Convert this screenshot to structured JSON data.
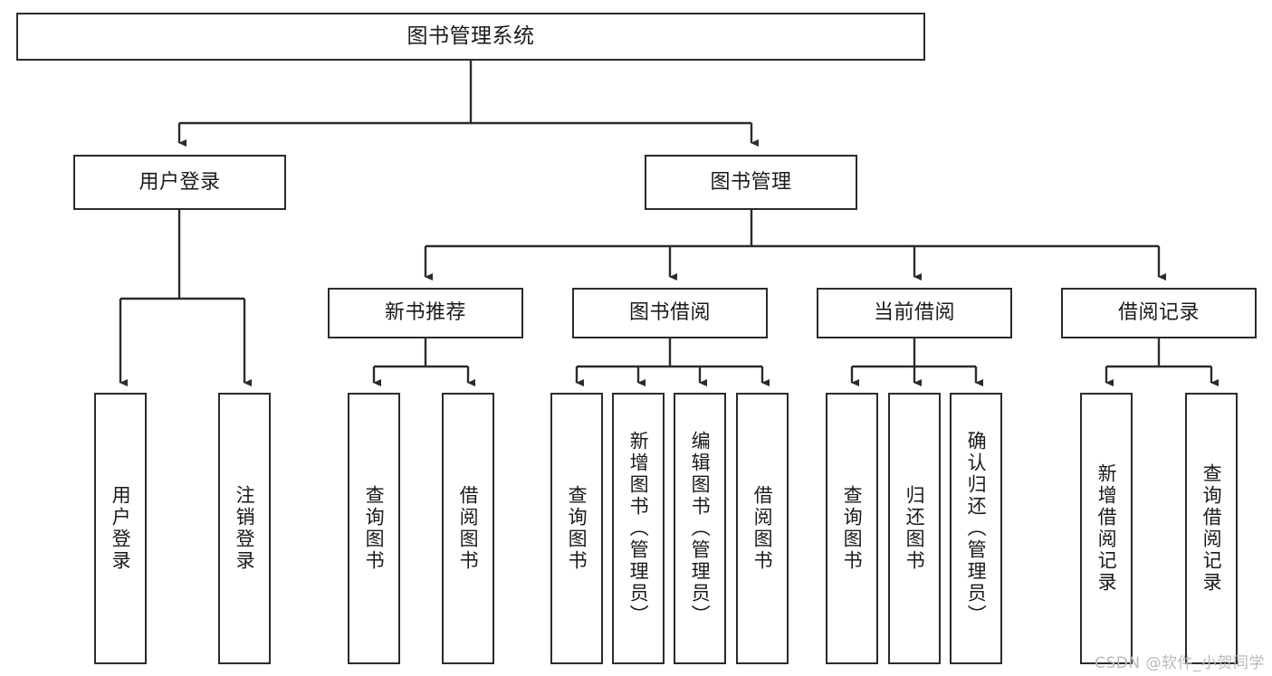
{
  "diagram": {
    "title": "图书管理系统",
    "type": "tree-hierarchy-chart",
    "root": {
      "id": "root",
      "label": "图书管理系统"
    },
    "level2": [
      {
        "id": "user-login",
        "label": "用户登录"
      },
      {
        "id": "book-manage",
        "label": "图书管理"
      }
    ],
    "level3": [
      {
        "id": "new-book-rec",
        "label": "新书推荐",
        "parent": "book-manage"
      },
      {
        "id": "book-borrow",
        "label": "图书借阅",
        "parent": "book-manage"
      },
      {
        "id": "current-borrow",
        "label": "当前借阅",
        "parent": "book-manage"
      },
      {
        "id": "borrow-record",
        "label": "借阅记录",
        "parent": "book-manage"
      }
    ],
    "leaves": [
      {
        "id": "leaf-user-login",
        "label": "用户登录",
        "parent": "user-login"
      },
      {
        "id": "leaf-logout",
        "label": "注销登录",
        "parent": "user-login"
      },
      {
        "id": "leaf-query-book-1",
        "label": "查询图书",
        "parent": "new-book-rec"
      },
      {
        "id": "leaf-borrow-book-1",
        "label": "借阅图书",
        "parent": "new-book-rec"
      },
      {
        "id": "leaf-query-book-2",
        "label": "查询图书",
        "parent": "book-borrow"
      },
      {
        "id": "leaf-add-book",
        "label": "新增图书（管理员）",
        "parent": "book-borrow"
      },
      {
        "id": "leaf-edit-book",
        "label": "编辑图书（管理员）",
        "parent": "book-borrow"
      },
      {
        "id": "leaf-borrow-book-2",
        "label": "借阅图书",
        "parent": "book-borrow"
      },
      {
        "id": "leaf-query-book-3",
        "label": "查询图书",
        "parent": "current-borrow"
      },
      {
        "id": "leaf-return-book",
        "label": "归还图书",
        "parent": "current-borrow"
      },
      {
        "id": "leaf-confirm-return",
        "label": "确认归还（管理员）",
        "parent": "current-borrow"
      },
      {
        "id": "leaf-add-record",
        "label": "新增借阅记录",
        "parent": "borrow-record"
      },
      {
        "id": "leaf-query-record",
        "label": "查询借阅记录",
        "parent": "borrow-record"
      }
    ],
    "watermark": "CSDN @软件_小贺同学",
    "colors": {
      "stroke": "#2b2b2b",
      "background": "#ffffff",
      "text": "#1a1a1a",
      "watermark": "#b9b9b9"
    }
  }
}
